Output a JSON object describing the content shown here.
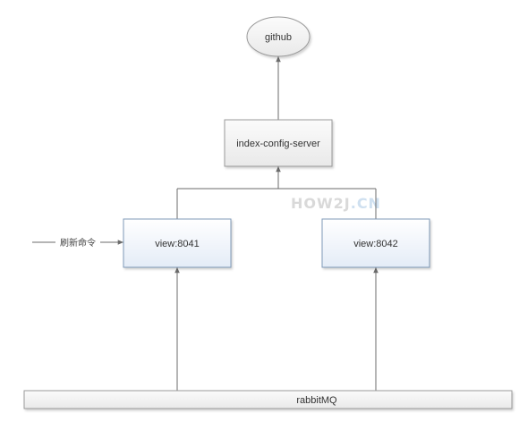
{
  "diagram": {
    "nodes": {
      "github": "github",
      "config_server": "index-config-server",
      "view1": "view:8041",
      "view2": "view:8042",
      "mq": "rabbitMQ"
    },
    "input_label": "刷新命令",
    "watermark": {
      "part1": "HOW2J",
      "part2": ".CN"
    }
  },
  "colors": {
    "line": "#6b6b6b",
    "view_fill_top": "#ffffff",
    "view_fill_bottom": "#e6eef8",
    "view_stroke": "#7f9ab8",
    "gray_fill": "#f0f0f0",
    "gray_stroke": "#9a9a9a",
    "watermark_gray": "#d9d9d9",
    "watermark_blue": "#cfe0f0"
  }
}
